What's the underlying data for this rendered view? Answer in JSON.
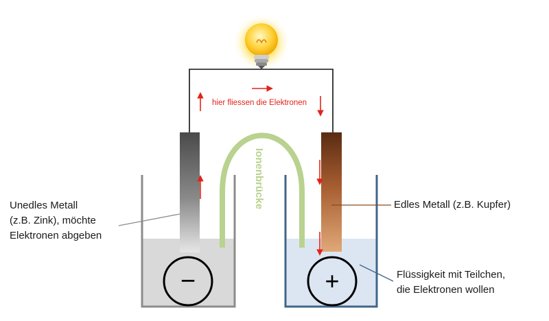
{
  "labels": {
    "electron_flow": "hier fliessen die Elektronen",
    "salt_bridge": "Ionenbrücke",
    "anode_lines": [
      "Unedles Metall",
      "(z.B. Zink), möchte",
      "Elektronen abgeben"
    ],
    "cathode": "Edles Metall (z.B. Kupfer)",
    "electrolyte_lines": [
      "Flüssigkeit mit Teilchen,",
      "die Elektronen wollen"
    ],
    "minus_sign": "−",
    "plus_sign": "+"
  },
  "colors": {
    "wire": "#111111",
    "arrow": "#e2231a",
    "salt_bridge": "#b9d28f",
    "left_beaker": "#8c8c8c",
    "left_liquid": "#d9d9d9",
    "right_beaker": "#41658a",
    "right_liquid": "#dce6f2",
    "zinc_dark": "#4a4a4a",
    "copper_dark": "#5a2b12",
    "copper_light": "#e0a878",
    "bulb_glow": "#ffe46b"
  }
}
